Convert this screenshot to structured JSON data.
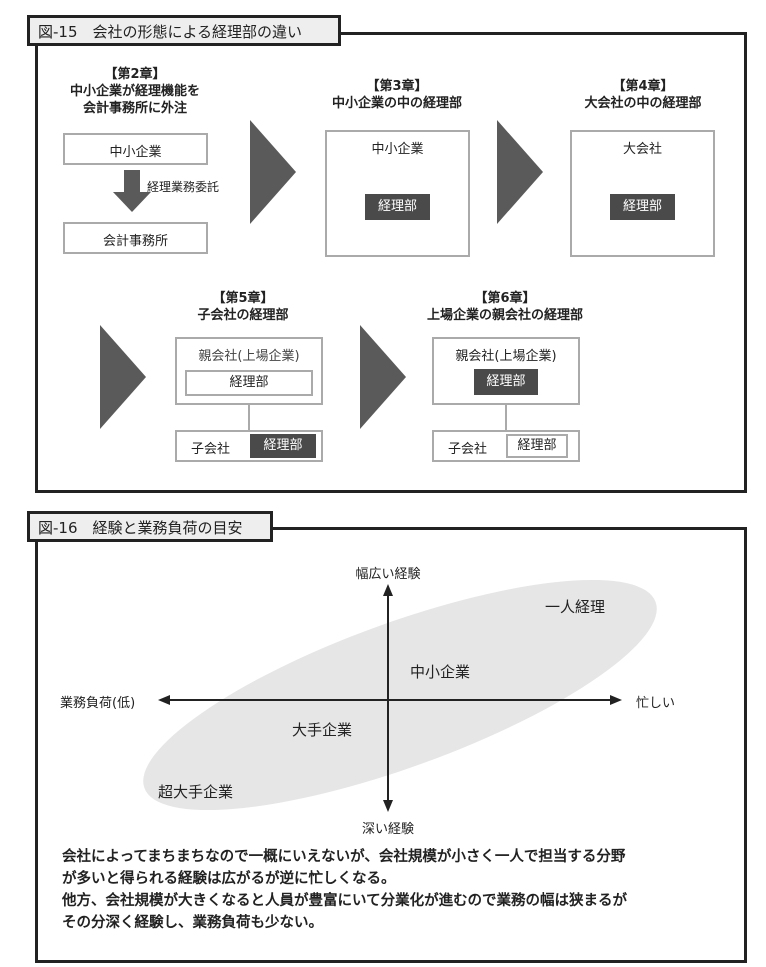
{
  "fig15": {
    "title": "図-15　会社の形態による経理部の違い",
    "ch2": {
      "chapter": "【第2章】",
      "line1": "中小企業が経理機能を",
      "line2": "会計事務所に外注",
      "box1": "中小企業",
      "arrow_label": "経理業務委託",
      "box2": "会計事務所"
    },
    "ch3": {
      "chapter": "【第3章】",
      "title": "中小企業の中の経理部",
      "company": "中小企業",
      "dept": "経理部"
    },
    "ch4": {
      "chapter": "【第4章】",
      "title": "大会社の中の経理部",
      "company": "大会社",
      "dept": "経理部"
    },
    "ch5": {
      "chapter": "【第5章】",
      "title": "子会社の経理部",
      "parent": "親会社(上場企業)",
      "parent_dept": "経理部",
      "child": "子会社",
      "child_dept": "経理部"
    },
    "ch6": {
      "chapter": "【第6章】",
      "title": "上場企業の親会社の経理部",
      "parent": "親会社(上場企業)",
      "parent_dept": "経理部",
      "child": "子会社",
      "child_dept": "経理部"
    }
  },
  "fig16": {
    "title": "図-16　経験と業務負荷の目安",
    "axis_top": "幅広い経験",
    "axis_bottom": "深い経験",
    "axis_left": "業務負荷(低)",
    "axis_right": "忙しい",
    "labels": [
      "一人経理",
      "中小企業",
      "大手企業",
      "超大手企業"
    ],
    "paragraph": [
      "会社によってまちまちなので一概にいえないが、会社規模が小さく一人で担当する分野",
      "が多いと得られる経験は広がるが逆に忙しくなる。",
      "他方、会社規模が大きくなると人員が豊富にいて分業化が進むので業務の幅は狭まるが",
      "その分深く経験し、業務負荷も少ない。"
    ]
  }
}
